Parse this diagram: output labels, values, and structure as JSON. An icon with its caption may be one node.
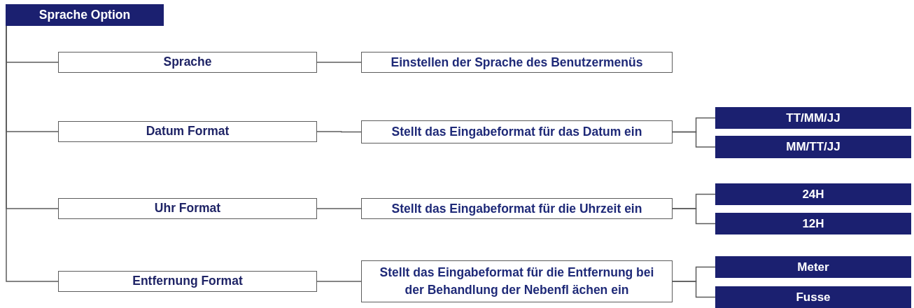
{
  "diagram": {
    "nodes": [
      {
        "text": [
          "Sprache Option"
        ]
      },
      {
        "text": [
          "Sprache"
        ]
      },
      {
        "text": [
          "Einstellen der Sprache des Benutzermenüs"
        ]
      },
      {
        "text": [
          "Datum Format"
        ]
      },
      {
        "text": [
          "Stellt das Eingabeformat für das Datum ein"
        ]
      },
      {
        "text": [
          "TT/MM/JJ"
        ]
      },
      {
        "text": [
          "MM/TT/JJ"
        ]
      },
      {
        "text": [
          "Uhr Format"
        ]
      },
      {
        "text": [
          "Stellt das Eingabeformat für die Uhrzeit ein"
        ]
      },
      {
        "text": [
          "24H"
        ]
      },
      {
        "text": [
          "12H"
        ]
      },
      {
        "text": [
          "Entfernung Format"
        ]
      },
      {
        "text": [
          "Stellt das Eingabeformat für die Entfernung bei der Behandlung der Nebenfl ächen ein"
        ]
      },
      {
        "text": [
          "Meter"
        ]
      },
      {
        "text": [
          "Fusse"
        ]
      }
    ],
    "edges": [
      {
        "from": 0,
        "to": 1,
        "arrow": "none"
      },
      {
        "from": 0,
        "to": 3,
        "arrow": "none"
      },
      {
        "from": 0,
        "to": 7,
        "arrow": "none"
      },
      {
        "from": 0,
        "to": 11,
        "arrow": "none"
      },
      {
        "from": 1,
        "to": 2,
        "arrow": "none"
      },
      {
        "from": 3,
        "to": 4,
        "arrow": "none"
      },
      {
        "from": 4,
        "to": 5,
        "arrow": "none"
      },
      {
        "from": 4,
        "to": 6,
        "arrow": "none"
      },
      {
        "from": 7,
        "to": 8,
        "arrow": "none"
      },
      {
        "from": 8,
        "to": 9,
        "arrow": "none"
      },
      {
        "from": 8,
        "to": 10,
        "arrow": "none"
      },
      {
        "from": 11,
        "to": 12,
        "arrow": "none"
      },
      {
        "from": 12,
        "to": 13,
        "arrow": "none"
      },
      {
        "from": 12,
        "to": 14,
        "arrow": "none"
      }
    ]
  }
}
